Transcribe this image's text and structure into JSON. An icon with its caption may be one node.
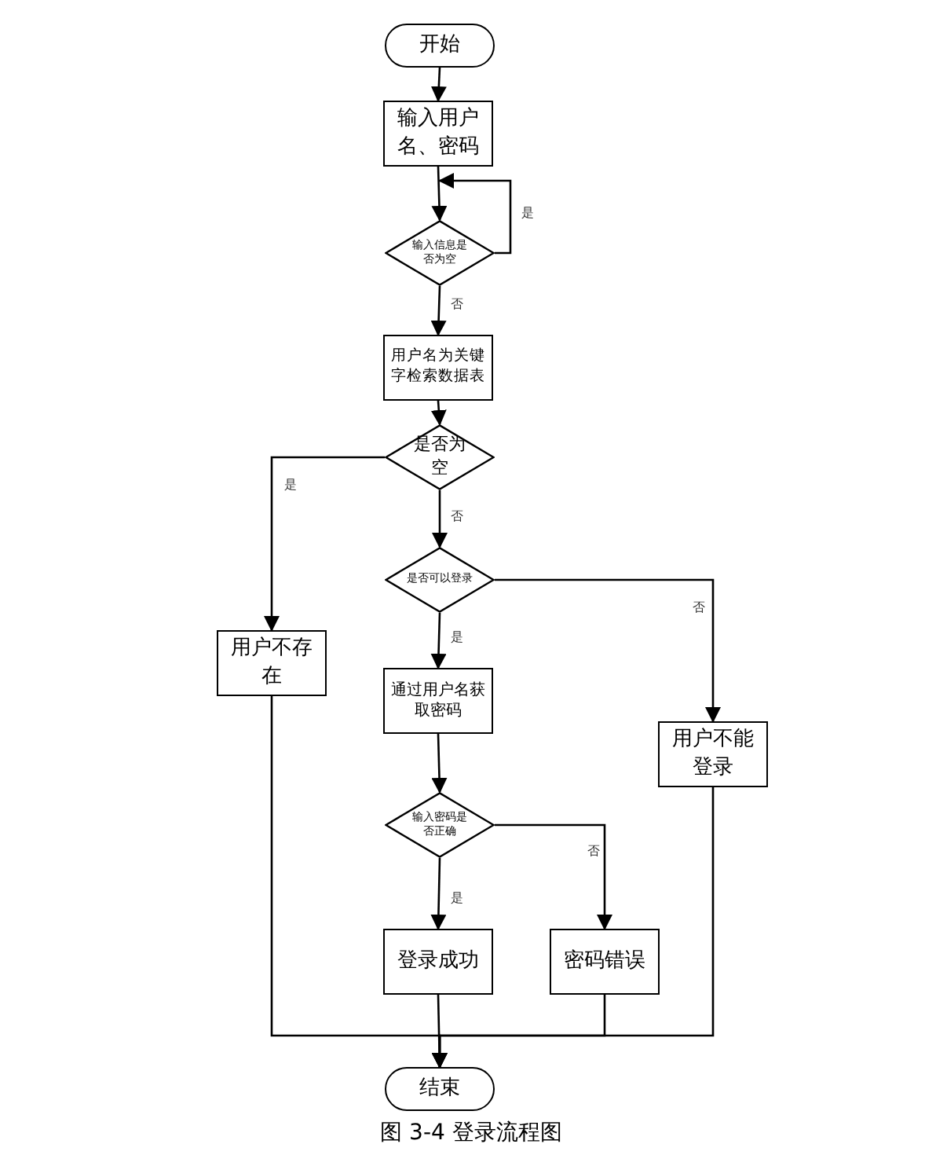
{
  "diagram": {
    "caption": "图 3-4 登录流程图",
    "nodes": [
      {
        "text": [
          "开始"
        ]
      },
      {
        "text": [
          "输入用户名、密码"
        ]
      },
      {
        "text": [
          "输入信息是否为空"
        ]
      },
      {
        "text": [
          "用户名为关键字检索数据表"
        ]
      },
      {
        "text": [
          "是否为空"
        ]
      },
      {
        "text": [
          "是否可以登录"
        ]
      },
      {
        "text": [
          "用户不存在"
        ]
      },
      {
        "text": [
          "通过用户名获取密码"
        ]
      },
      {
        "text": [
          "用户不能登录"
        ]
      },
      {
        "text": [
          "输入密码是否正确"
        ]
      },
      {
        "text": [
          "登录成功"
        ]
      },
      {
        "text": [
          "密码错误"
        ]
      },
      {
        "text": [
          "结束"
        ]
      }
    ],
    "edges": [
      {
        "from": 0,
        "to": 1,
        "arrow": "to"
      },
      {
        "from": 1,
        "to": 2,
        "arrow": "to"
      },
      {
        "from": 2,
        "to": 1,
        "arrow": "to",
        "label": "是"
      },
      {
        "from": 2,
        "to": 3,
        "arrow": "to",
        "label": "否"
      },
      {
        "from": 3,
        "to": 4,
        "arrow": "to"
      },
      {
        "from": 4,
        "to": 6,
        "arrow": "to",
        "label": "是"
      },
      {
        "from": 4,
        "to": 5,
        "arrow": "to",
        "label": "否"
      },
      {
        "from": 5,
        "to": 7,
        "arrow": "to",
        "label": "是"
      },
      {
        "from": 5,
        "to": 8,
        "arrow": "to",
        "label": "否"
      },
      {
        "from": 7,
        "to": 9,
        "arrow": "to"
      },
      {
        "from": 9,
        "to": 10,
        "arrow": "to",
        "label": "是"
      },
      {
        "from": 9,
        "to": 11,
        "arrow": "to",
        "label": "否"
      },
      {
        "from": 6,
        "to": 12,
        "arrow": "to"
      },
      {
        "from": 10,
        "to": 12,
        "arrow": "to"
      },
      {
        "from": 11,
        "to": 12,
        "arrow": "to"
      },
      {
        "from": 8,
        "to": 12,
        "arrow": "to"
      }
    ]
  }
}
